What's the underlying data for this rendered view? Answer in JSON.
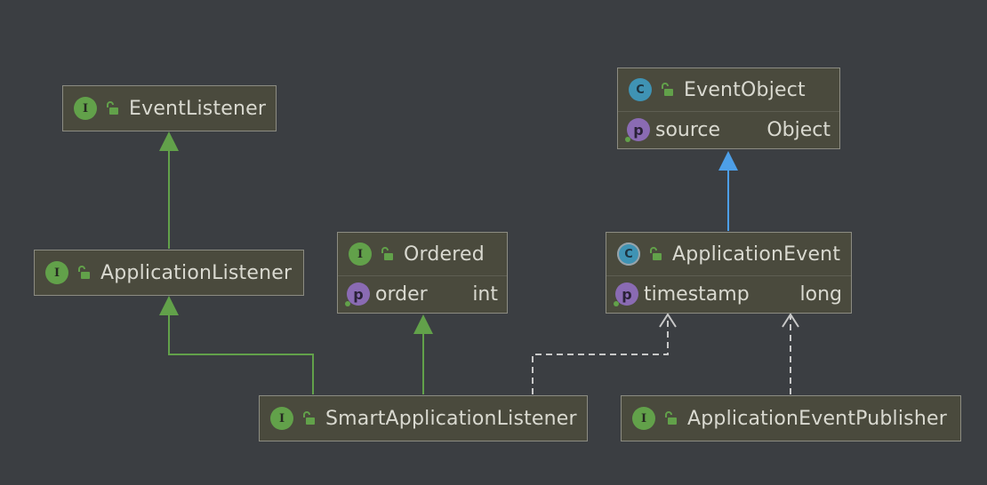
{
  "nodes": [
    {
      "id": "EventListener",
      "kind": "interface",
      "badge": "I",
      "name": "EventListener"
    },
    {
      "id": "ApplicationListener",
      "kind": "interface",
      "badge": "I",
      "name": "ApplicationListener"
    },
    {
      "id": "Ordered",
      "kind": "interface",
      "badge": "I",
      "name": "Ordered",
      "fields": [
        {
          "badge": "p",
          "name": "order",
          "type": "int"
        }
      ]
    },
    {
      "id": "EventObject",
      "kind": "class",
      "badge": "C",
      "name": "EventObject",
      "fields": [
        {
          "badge": "p",
          "name": "source",
          "type": "Object"
        }
      ]
    },
    {
      "id": "ApplicationEvent",
      "kind": "abstract-class",
      "badge": "C",
      "name": "ApplicationEvent",
      "fields": [
        {
          "badge": "p",
          "name": "timestamp",
          "type": "long"
        }
      ]
    },
    {
      "id": "SmartApplicationListener",
      "kind": "interface",
      "badge": "I",
      "name": "SmartApplicationListener"
    },
    {
      "id": "ApplicationEventPublisher",
      "kind": "interface",
      "badge": "I",
      "name": "ApplicationEventPublisher"
    }
  ],
  "edges": [
    {
      "from": "ApplicationListener",
      "to": "EventListener",
      "type": "extends"
    },
    {
      "from": "SmartApplicationListener",
      "to": "ApplicationListener",
      "type": "extends"
    },
    {
      "from": "SmartApplicationListener",
      "to": "Ordered",
      "type": "extends"
    },
    {
      "from": "ApplicationEvent",
      "to": "EventObject",
      "type": "extends-class"
    },
    {
      "from": "SmartApplicationListener",
      "to": "ApplicationEvent",
      "type": "dependency"
    },
    {
      "from": "ApplicationEventPublisher",
      "to": "ApplicationEvent",
      "type": "dependency"
    }
  ],
  "colors": {
    "background": "#3b3e42",
    "node_fill": "#4a4a3d",
    "node_border": "#8c8c82",
    "text": "#d9d9d0",
    "interface_badge": "#62a14a",
    "class_badge": "#3f93b4",
    "property_badge": "#8a6bb3",
    "extends_edge": "#62a14a",
    "class_extends_edge": "#4d9fe8",
    "dependency_edge": "#c8c8c8"
  }
}
